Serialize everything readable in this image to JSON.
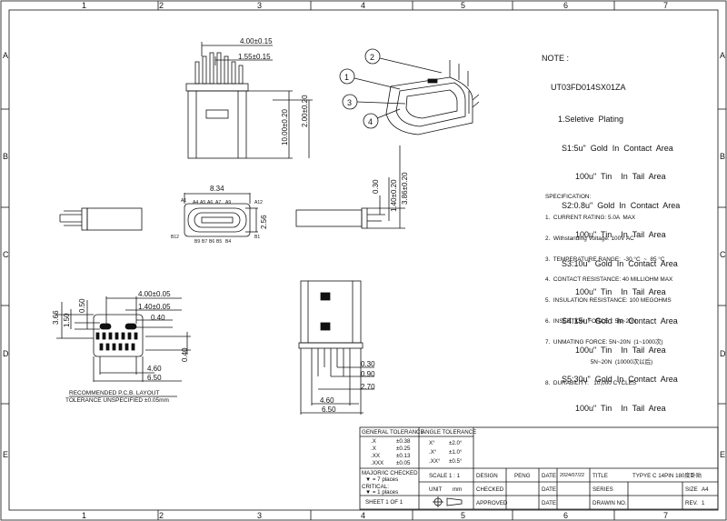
{
  "border": {
    "col_labels": [
      "1",
      "2",
      "3",
      "4",
      "5",
      "6",
      "7"
    ],
    "row_labels": [
      "A",
      "B",
      "C",
      "D",
      "E"
    ]
  },
  "notes": {
    "title": "NOTE :",
    "part_number": "UT03FD014SX01ZA",
    "plating_title": "1.Seletive  Plating",
    "plating_lines": [
      "S1:5u\"  Gold  In  Contact  Area",
      "      100u\"  Tin    In  Tail  Area",
      "S2:0.8u\"  Gold  In  Contact  Area",
      "      100u\"  Tin    In  Tail  Area",
      "S3:10u\"  Gold  In  Contact  Area",
      "      100u\"  Tin    In  Tail  Area",
      "S4:15u\"  Gold  In  Contact  Area",
      "      100u\"  Tin    In  Tail  Area",
      "S5:30u\"  Gold  In  Contact  Area",
      "      100u\"  Tin    In  Tail  Area"
    ]
  },
  "specification": {
    "title": "SPECIFICATION:",
    "items": [
      "1.  CURRENT RATING: 5.0A  MAX",
      "2.  Withstanding Voltage: 100V AC",
      "3.  TEMPERATURE RANGE:  -30 °C  ~  85 °C",
      "4.  CONTACT RESISTANCE: 40 MILLIOHM MAX",
      "5.  INSULATION RESISTANCE: 100 MEGOHMS",
      "6.  INSERTION  FORCE  : 5N~20N",
      "7.  UNMATING FORCE: 5N~20N  (1~1000次)",
      "                            5N~20N  (10000次以后)",
      "8.  DURABILITY:   10,000 CYCLES"
    ]
  },
  "callouts": [
    "1",
    "2",
    "3",
    "4"
  ],
  "top_view": {
    "dims": [
      "4.00±0.15",
      "1.55±0.15",
      "10.00±0.20",
      "2.00±0.20"
    ]
  },
  "front_view": {
    "dims": [
      "8.34",
      "2.56"
    ],
    "pins_top": [
      "A1",
      "A4",
      "A5",
      "A6",
      "A7",
      "A9",
      "A12"
    ],
    "pins_bottom": [
      "B12",
      "B9",
      "B7",
      "B6",
      "B5",
      "B4",
      "B1"
    ]
  },
  "side_view": {
    "dims": [
      "3.86±0.20",
      "1.40±0.20",
      "0.30"
    ]
  },
  "pcb_layout": {
    "dims": [
      "4.00±0.05",
      "1.40±0.05",
      "0.40",
      "0.40",
      "3.66",
      "1.50",
      "0.50",
      "4.60",
      "6.50"
    ],
    "caption": "RECOMMENDED   P.C.B. LAYOUT",
    "tolerance": "TOLERANCE  UNSPECIFIED  ±0.05mm"
  },
  "bottom_view": {
    "dims": [
      "0.30",
      "0.90",
      "2.70",
      "4.60",
      "6.50"
    ]
  },
  "title_block": {
    "gen_tol_title": "GENERAL TOLERANCE",
    "gen_tol": [
      {
        "k": ".X",
        "v": "±0.38"
      },
      {
        "k": ".X",
        "v": "±0.25"
      },
      {
        "k": ".XX",
        "v": "±0.13"
      },
      {
        "k": ".XXX",
        "v": "±0.05"
      }
    ],
    "ang_tol_title": "ANGLE TOLERANCE",
    "ang_tol": [
      {
        "k": "X°",
        "v": "±2.0°"
      },
      {
        "k": ".X°",
        "v": "±1.0°"
      },
      {
        "k": ".XX°",
        "v": "±0.5°"
      }
    ],
    "major": "MAJOR/IC CHECKED",
    "major_sub": "▼ = 7    places",
    "critical": "CRITICAL:",
    "critical_sub": "▼ = 1    places",
    "sheet": "SHEET  1  OF  1",
    "scale": "SCALE 1 : 1",
    "unit_label": "UNIT",
    "unit": "mm",
    "design_label": "DESIGN",
    "design_by": "PENG",
    "date_label": "DATE",
    "date_value": "2024/07/22",
    "checked_label": "CHECKED",
    "approved_label": "APPROVED",
    "title_label": "TITLE",
    "title_value": "TYPYE C  14PIN  180度卧贴",
    "series_label": "SERIES",
    "drawn_label": "DRAWIN NO.",
    "size_label": "SIZE",
    "size_value": "A4",
    "rev_label": "REV.",
    "rev_value": "1"
  }
}
